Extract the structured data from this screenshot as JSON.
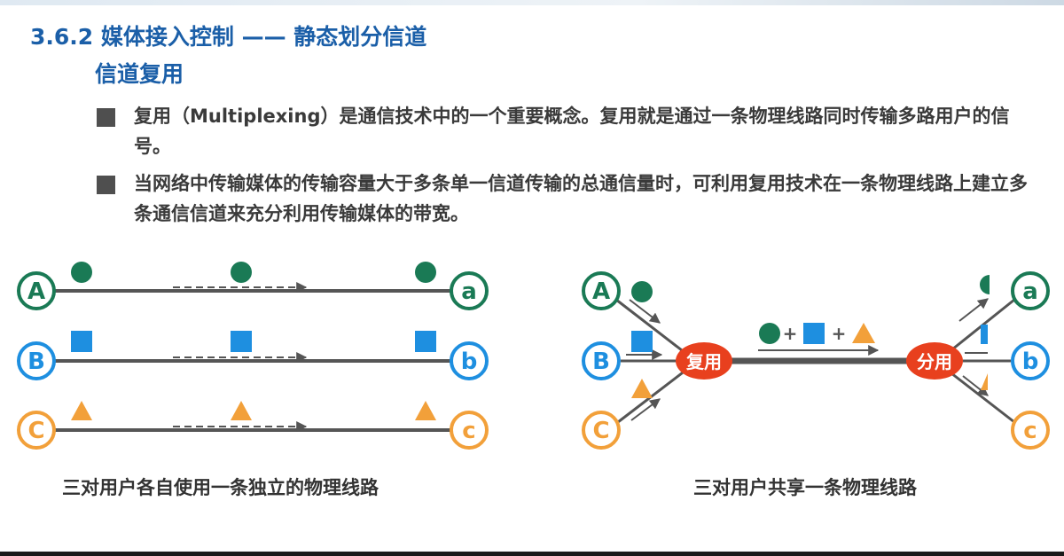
{
  "header": {
    "title": "3.6.2 媒体接入控制 —— 静态划分信道",
    "subtitle": "信道复用"
  },
  "bullets": [
    "复用（Multiplexing）是通信技术中的一个重要概念。复用就是通过一条物理线路同时传输多路用户的信号。",
    "当网络中传输媒体的传输容量大于多条单一信道传输的总通信量时，可利用复用技术在一条物理线路上建立多条通信信道来充分利用传输媒体的带宽。"
  ],
  "left_diagram": {
    "senders": [
      "A",
      "B",
      "C"
    ],
    "receivers": [
      "a",
      "b",
      "c"
    ],
    "caption": "三对用户各自使用一条独立的物理线路"
  },
  "right_diagram": {
    "senders": [
      "A",
      "B",
      "C"
    ],
    "receivers": [
      "a",
      "b",
      "c"
    ],
    "mux_label": "复用",
    "demux_label": "分用",
    "plus": "+",
    "caption": "三对用户共享一条物理线路"
  },
  "colors": {
    "title": "#1b5fa8",
    "green": "#1a7a55",
    "blue": "#1e8fe0",
    "orange": "#f2a03a",
    "red": "#e8401e",
    "line": "#555555"
  }
}
